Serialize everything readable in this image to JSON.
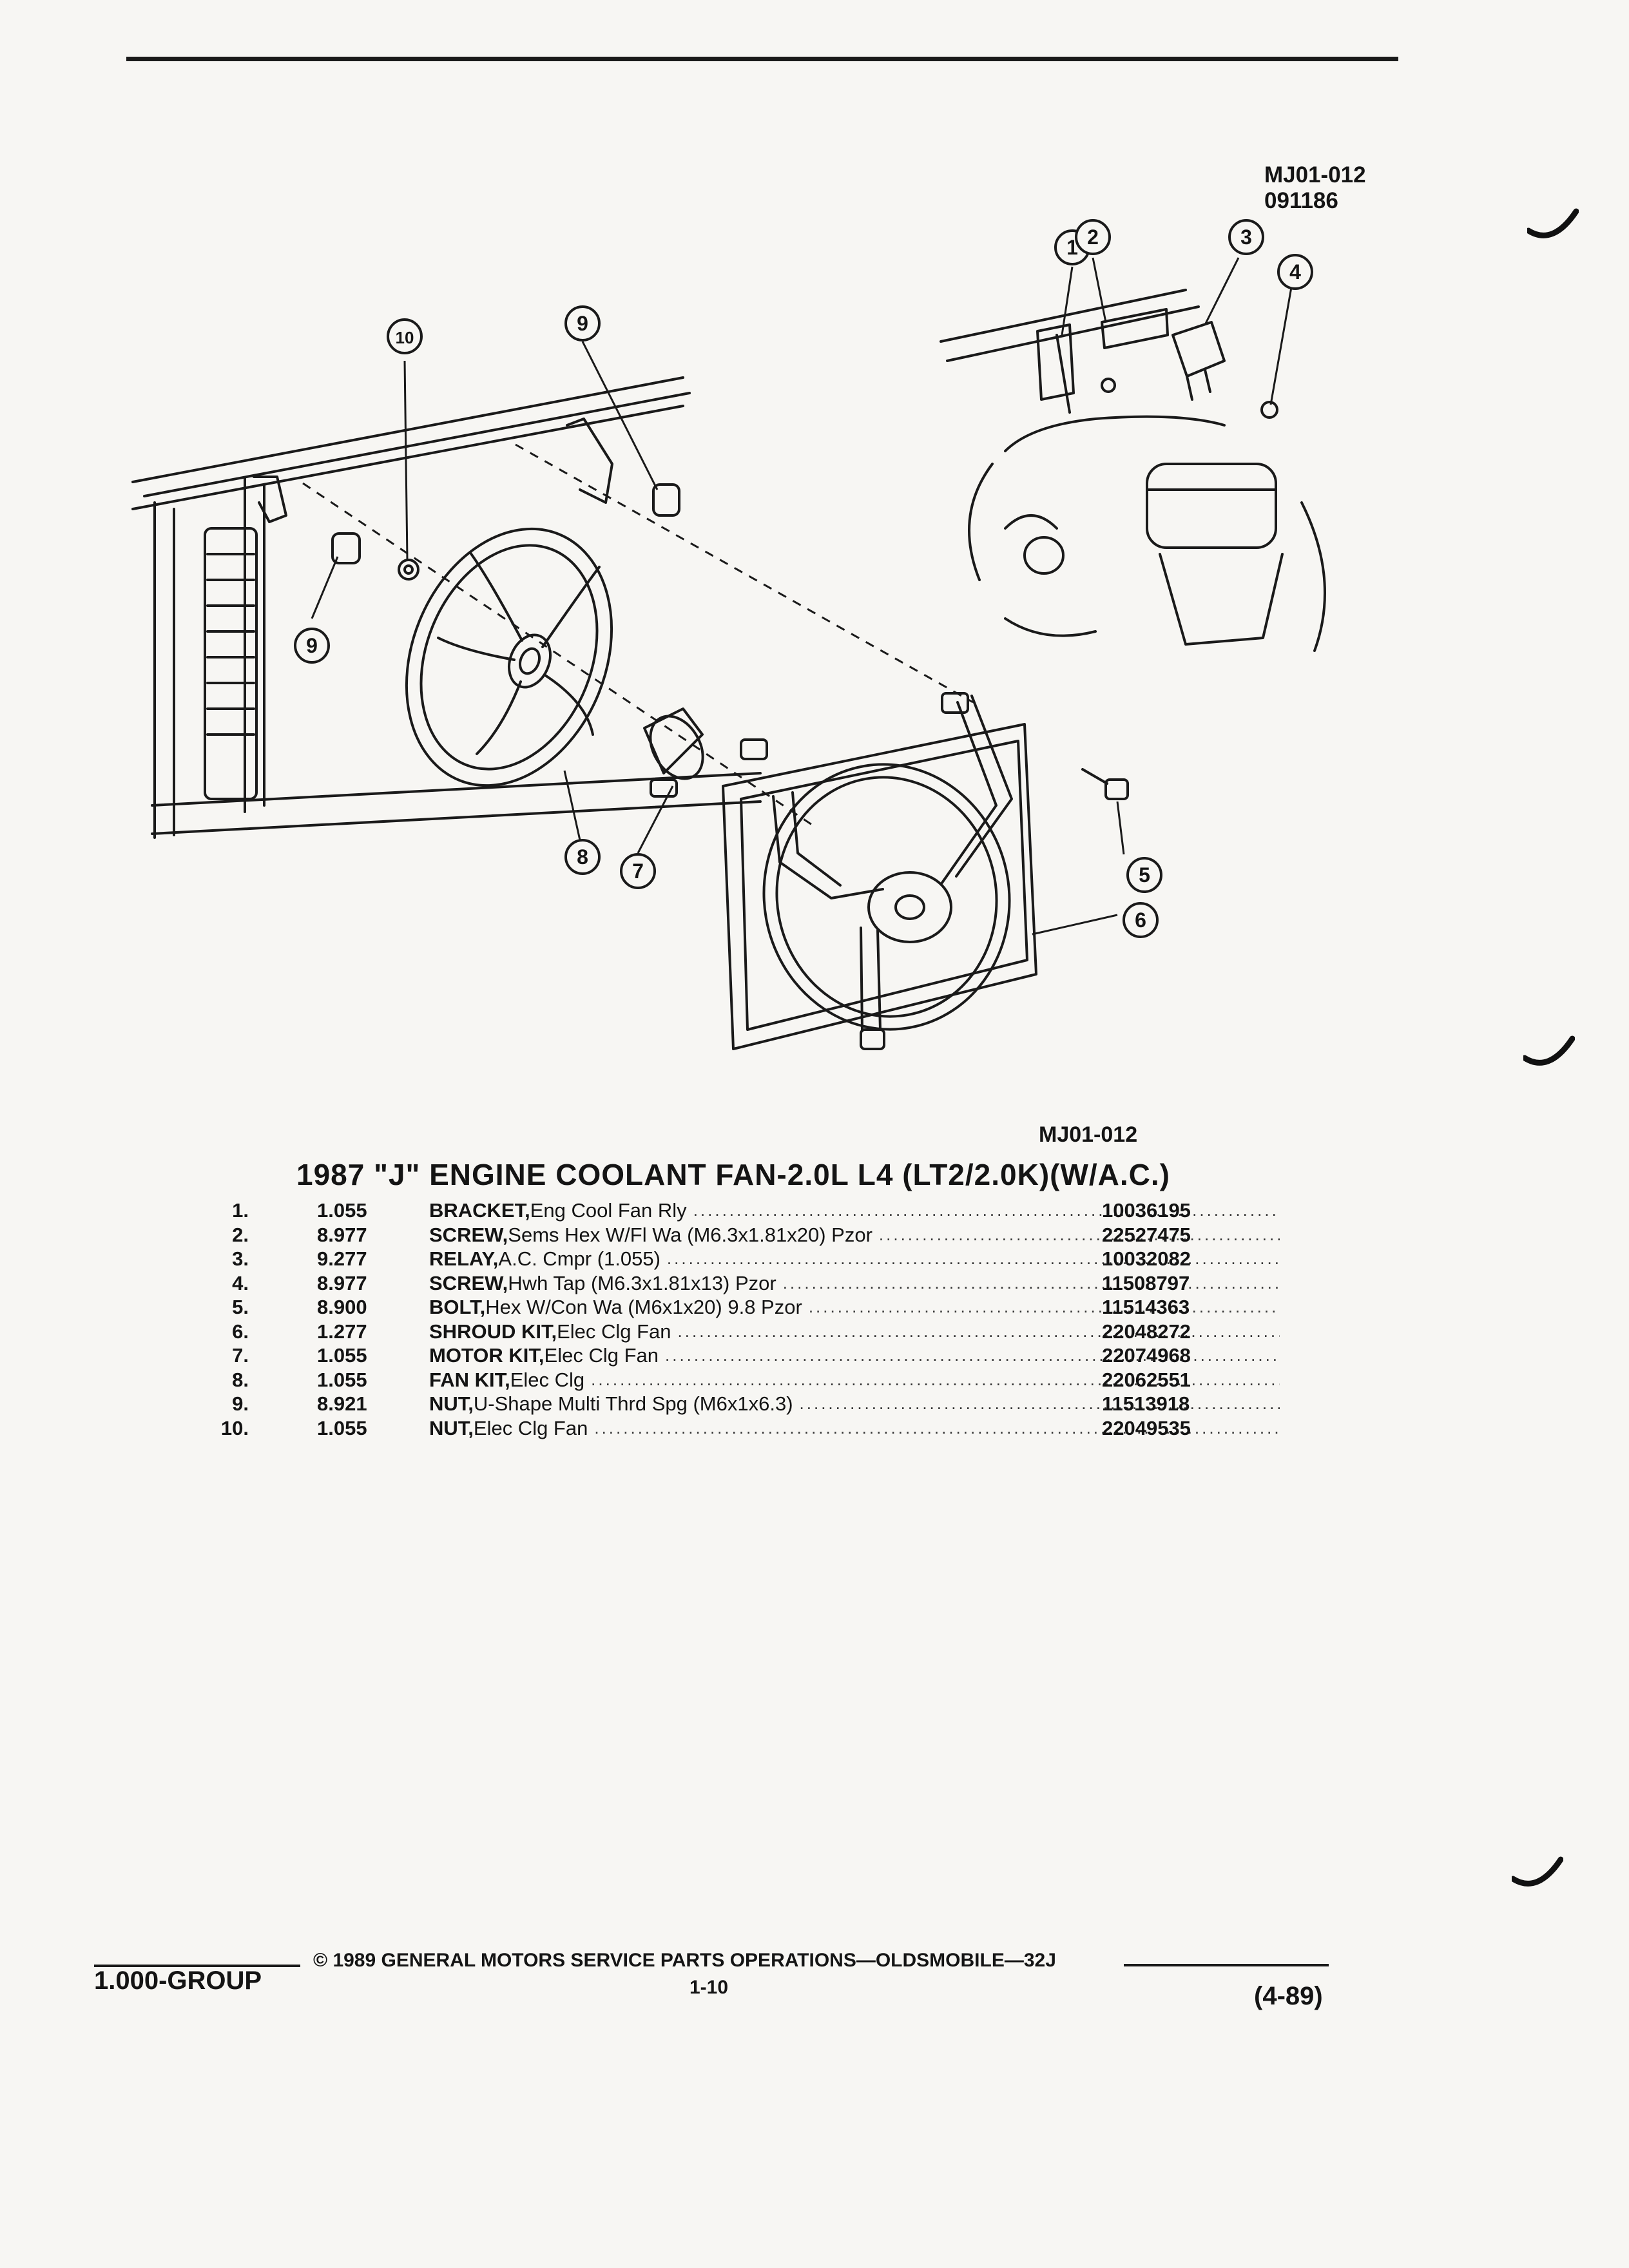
{
  "header": {
    "ref_code": "MJ01-012",
    "ref_date": "091186"
  },
  "diagram": {
    "callout_numbers": [
      "1",
      "2",
      "3",
      "4",
      "5",
      "6",
      "7",
      "8",
      "9",
      "9",
      "10"
    ],
    "code": "MJ01-012"
  },
  "title": "1987 \"J\" ENGINE COOLANT FAN-2.0L L4 (LT2/2.0K)(W/A.C.)",
  "parts": [
    {
      "num": "1.",
      "code": "1.055",
      "name": "BRACKET,",
      "desc": "Eng Cool Fan Rly",
      "part_no": "10036195"
    },
    {
      "num": "2.",
      "code": "8.977",
      "name": "SCREW,",
      "desc": "Sems Hex W/Fl Wa (M6.3x1.81x20) Pzor",
      "part_no": "22527475"
    },
    {
      "num": "3.",
      "code": "9.277",
      "name": "RELAY,",
      "desc": "A.C. Cmpr (1.055)",
      "part_no": "10032082"
    },
    {
      "num": "4.",
      "code": "8.977",
      "name": "SCREW,",
      "desc": "Hwh Tap (M6.3x1.81x13) Pzor",
      "part_no": "11508797"
    },
    {
      "num": "5.",
      "code": "8.900",
      "name": "BOLT,",
      "desc": "Hex W/Con Wa (M6x1x20) 9.8 Pzor",
      "part_no": "11514363"
    },
    {
      "num": "6.",
      "code": "1.277",
      "name": "SHROUD KIT,",
      "desc": "Elec Clg Fan",
      "part_no": "22048272"
    },
    {
      "num": "7.",
      "code": "1.055",
      "name": "MOTOR KIT,",
      "desc": "Elec Clg Fan",
      "part_no": "22074968"
    },
    {
      "num": "8.",
      "code": "1.055",
      "name": "FAN KIT,",
      "desc": "Elec Clg",
      "part_no": "22062551"
    },
    {
      "num": "9.",
      "code": "8.921",
      "name": "NUT,",
      "desc": "U-Shape Multi Thrd Spg (M6x1x6.3)",
      "part_no": "11513918"
    },
    {
      "num": "10.",
      "code": "1.055",
      "name": "NUT,",
      "desc": "Elec Clg Fan",
      "part_no": "22049535"
    }
  ],
  "footer": {
    "group": "1.000-GROUP",
    "copyright": "© 1989 GENERAL MOTORS SERVICE PARTS OPERATIONS—OLDSMOBILE—32J",
    "page": "1-10",
    "date": "(4-89)"
  }
}
